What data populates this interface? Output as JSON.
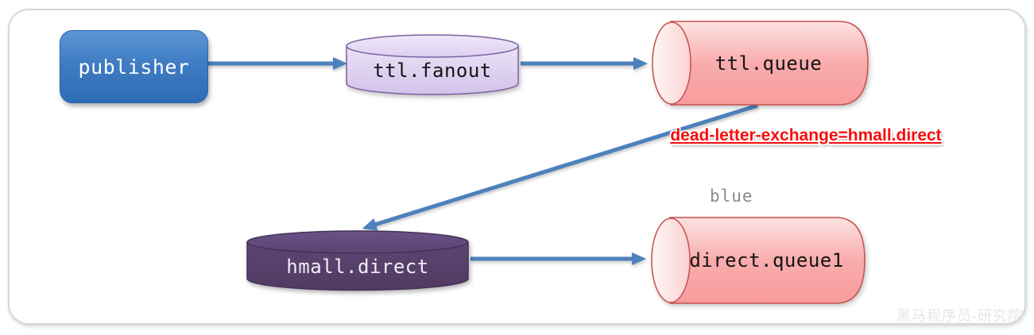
{
  "diagram": {
    "nodes": {
      "publisher": {
        "label": "publisher",
        "shape": "rounded-rect",
        "color": "#3f7cc3"
      },
      "ttl_fanout": {
        "label": "ttl.fanout",
        "shape": "cylinder-vertical",
        "color": "#ddcdee"
      },
      "ttl_queue": {
        "label": "ttl.queue",
        "shape": "cylinder-horizontal",
        "color": "#f9a6a6"
      },
      "hmall_direct": {
        "label": "hmall.direct",
        "shape": "cylinder-vertical",
        "color": "#5a4370"
      },
      "direct_queue1": {
        "label": "direct.queue1",
        "shape": "cylinder-horizontal",
        "color": "#f9a6a6"
      }
    },
    "edges": [
      {
        "from": "publisher",
        "to": "ttl.fanout",
        "label": ""
      },
      {
        "from": "ttl.fanout",
        "to": "ttl.queue",
        "label": ""
      },
      {
        "from": "ttl.queue",
        "to": "hmall.direct",
        "label": "dead-letter-exchange=hmall.direct"
      },
      {
        "from": "hmall.direct",
        "to": "direct.queue1",
        "label": "blue"
      }
    ],
    "annotations": {
      "dead_letter": {
        "text": "dead-letter-exchange=hmall.direct",
        "color": "#f60d0d"
      },
      "routing_key": {
        "text": "blue",
        "color": "#8a8a8a"
      },
      "watermark": {
        "text": "黑马程序员-研究院"
      }
    },
    "arrow_color": "#4d81bd"
  }
}
